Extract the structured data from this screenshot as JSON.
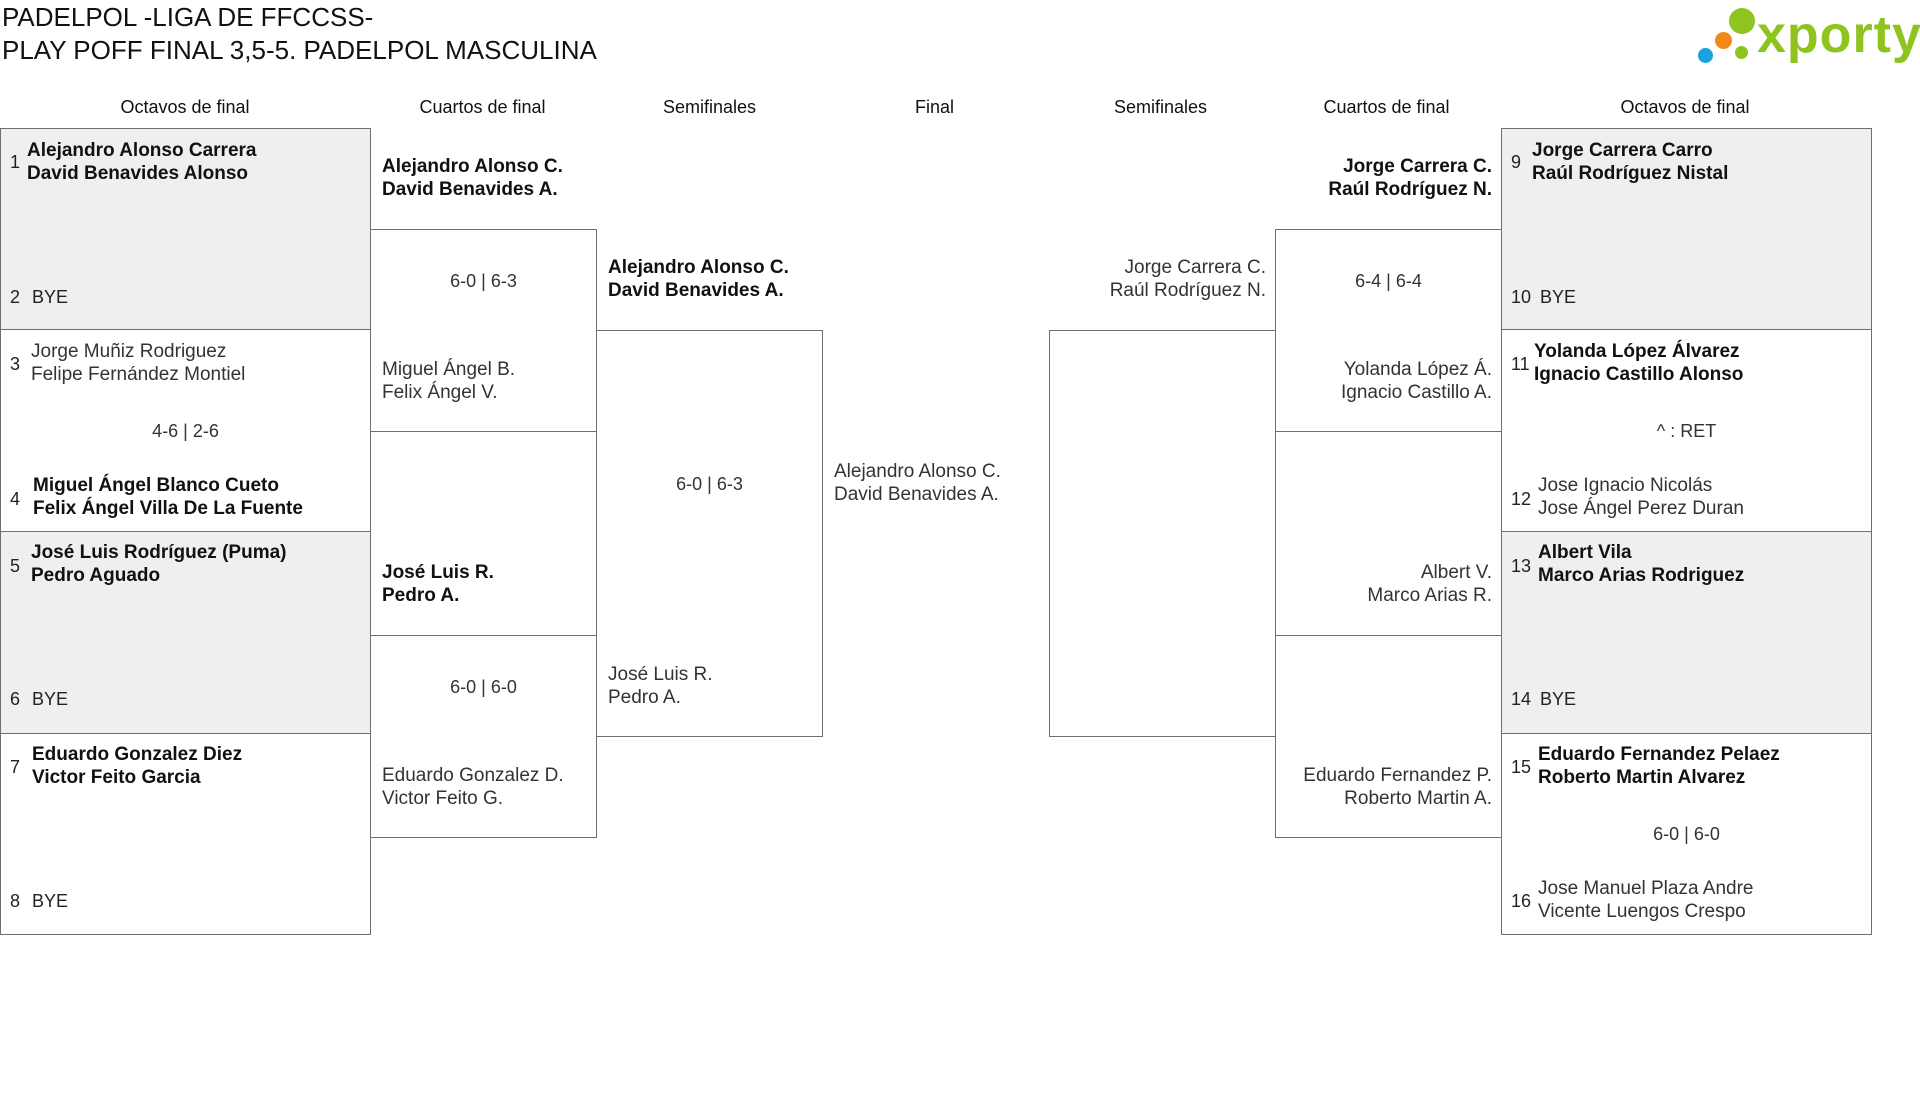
{
  "header": {
    "title_line1": "PADELPOL -LIGA DE FFCCSS-",
    "title_line2": "PLAY POFF FINAL 3,5-5. PADELPOL MASCULINA"
  },
  "logo": {
    "text": "xporty",
    "colors": [
      "#8fc31f",
      "#f0891a",
      "#1ba1e2",
      "#8fc31f"
    ]
  },
  "round_headers": {
    "left_r16": "Octavos de final",
    "left_qf": "Cuartos de final",
    "left_sf": "Semifinales",
    "final": "Final",
    "right_sf": "Semifinales",
    "right_qf": "Cuartos de final",
    "right_r16": "Octavos de final"
  },
  "left_r16": {
    "seeds": [
      "1",
      "2",
      "3",
      "4",
      "5",
      "6",
      "7",
      "8"
    ],
    "m1": {
      "p1": [
        "Alejandro Alonso Carrera",
        "David Benavides Alonso"
      ],
      "bye": "BYE"
    },
    "m2": {
      "p1": [
        "Jorge Muñiz Rodriguez",
        "Felipe Fernández Montiel"
      ],
      "score": "4-6 | 2-6",
      "p2": [
        "Miguel Ángel Blanco Cueto",
        "Felix Ángel Villa De La Fuente"
      ]
    },
    "m3": {
      "p1": [
        "José Luis Rodríguez (Puma)",
        "Pedro Aguado"
      ],
      "bye": "BYE"
    },
    "m4": {
      "p1": [
        "Eduardo Gonzalez Diez",
        "Victor Feito Garcia"
      ],
      "bye": "BYE"
    }
  },
  "left_qf": {
    "m1": {
      "p1": [
        "Alejandro Alonso C.",
        "David Benavides A."
      ],
      "score": "6-0 | 6-3",
      "p2": [
        "Miguel Ángel B.",
        "Felix Ángel V."
      ]
    },
    "m2": {
      "p1": [
        "José Luis R.",
        "Pedro A."
      ],
      "score": "6-0 | 6-0",
      "p2": [
        "Eduardo Gonzalez D.",
        "Victor Feito G."
      ]
    }
  },
  "left_sf": {
    "m1": {
      "p1": [
        "Alejandro Alonso C.",
        "David Benavides A."
      ],
      "score": "6-0 | 6-3",
      "p2": [
        "José Luis R.",
        "Pedro A."
      ]
    }
  },
  "final": {
    "winner": [
      "Alejandro Alonso C.",
      "David Benavides A."
    ]
  },
  "right_sf": {
    "m1": {
      "p1": [
        "Jorge Carrera C.",
        "Raúl Rodríguez N."
      ]
    }
  },
  "right_qf": {
    "m1": {
      "p1": [
        "Jorge Carrera C.",
        "Raúl Rodríguez N."
      ],
      "score": "6-4 | 6-4",
      "p2": [
        "Yolanda López Á.",
        "Ignacio Castillo A."
      ]
    },
    "m2": {
      "p1": [
        "Albert V.",
        "Marco Arias R."
      ],
      "p2": [
        "Eduardo Fernandez P.",
        "Roberto Martin A."
      ]
    }
  },
  "right_r16": {
    "seeds": [
      "9",
      "10",
      "11",
      "12",
      "13",
      "14",
      "15",
      "16"
    ],
    "m1": {
      "p1": [
        "Jorge Carrera Carro",
        "Raúl Rodríguez Nistal"
      ],
      "bye": "BYE"
    },
    "m2": {
      "p1": [
        "Yolanda López Álvarez",
        "Ignacio Castillo Alonso"
      ],
      "score": "^ : RET",
      "p2": [
        "Jose Ignacio Nicolás",
        "Jose Ángel Perez Duran"
      ]
    },
    "m3": {
      "p1": [
        "Albert Vila",
        "Marco Arias Rodriguez"
      ],
      "bye": "BYE"
    },
    "m4": {
      "p1": [
        "Eduardo Fernandez Pelaez",
        "Roberto Martin Alvarez"
      ],
      "score": "6-0 | 6-0",
      "p2": [
        "Jose Manuel Plaza Andre",
        "Vicente Luengos Crespo"
      ]
    }
  }
}
